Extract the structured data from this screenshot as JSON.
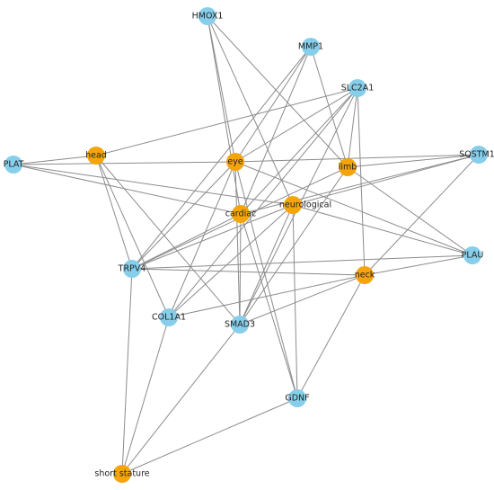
{
  "colors": {
    "gene": "#87ceeb",
    "phenotype": "#f5a50a",
    "edge": "#8c8c8c"
  },
  "nodes": [
    {
      "id": "HMOX1",
      "label": "HMOX1",
      "kind": "gene"
    },
    {
      "id": "MMP1",
      "label": "MMP1",
      "kind": "gene"
    },
    {
      "id": "SLC2A1",
      "label": "SLC2A1",
      "kind": "gene"
    },
    {
      "id": "SQSTM1",
      "label": "SQSTM1",
      "kind": "gene"
    },
    {
      "id": "PLAT",
      "label": "PLAT",
      "kind": "gene"
    },
    {
      "id": "PLAU",
      "label": "PLAU",
      "kind": "gene"
    },
    {
      "id": "TRPV4",
      "label": "TRPV4",
      "kind": "gene"
    },
    {
      "id": "COL1A1",
      "label": "COL1A1",
      "kind": "gene"
    },
    {
      "id": "SMAD3",
      "label": "SMAD3",
      "kind": "gene"
    },
    {
      "id": "GDNF",
      "label": "GDNF",
      "kind": "gene"
    },
    {
      "id": "head",
      "label": "head",
      "kind": "phenotype"
    },
    {
      "id": "eye",
      "label": "eye",
      "kind": "phenotype"
    },
    {
      "id": "limb",
      "label": "limb",
      "kind": "phenotype"
    },
    {
      "id": "cardiac",
      "label": "cardiac",
      "kind": "phenotype"
    },
    {
      "id": "neurological",
      "label": "neurological",
      "kind": "phenotype"
    },
    {
      "id": "neck",
      "label": "neck",
      "kind": "phenotype"
    },
    {
      "id": "short stature",
      "label": "short stature",
      "kind": "phenotype"
    }
  ],
  "edges": [
    [
      "HMOX1",
      "eye"
    ],
    [
      "HMOX1",
      "limb"
    ],
    [
      "HMOX1",
      "neurological"
    ],
    [
      "HMOX1",
      "cardiac"
    ],
    [
      "MMP1",
      "eye"
    ],
    [
      "MMP1",
      "limb"
    ],
    [
      "MMP1",
      "cardiac"
    ],
    [
      "MMP1",
      "TRPV4"
    ],
    [
      "SLC2A1",
      "cardiac"
    ],
    [
      "SLC2A1",
      "eye"
    ],
    [
      "SLC2A1",
      "limb"
    ],
    [
      "SLC2A1",
      "neck"
    ],
    [
      "SLC2A1",
      "head"
    ],
    [
      "SLC2A1",
      "SMAD3"
    ],
    [
      "SLC2A1",
      "COL1A1"
    ],
    [
      "SQSTM1",
      "eye"
    ],
    [
      "SQSTM1",
      "limb"
    ],
    [
      "SQSTM1",
      "neurological"
    ],
    [
      "SQSTM1",
      "cardiac"
    ],
    [
      "SQSTM1",
      "neck"
    ],
    [
      "PLAT",
      "head"
    ],
    [
      "PLAT",
      "eye"
    ],
    [
      "PLAT",
      "neurological"
    ],
    [
      "PLAT",
      "cardiac"
    ],
    [
      "PLAU",
      "eye"
    ],
    [
      "PLAU",
      "limb"
    ],
    [
      "PLAU",
      "neurological"
    ],
    [
      "PLAU",
      "neck"
    ],
    [
      "PLAU",
      "TRPV4"
    ],
    [
      "TRPV4",
      "head"
    ],
    [
      "TRPV4",
      "eye"
    ],
    [
      "TRPV4",
      "limb"
    ],
    [
      "TRPV4",
      "cardiac"
    ],
    [
      "TRPV4",
      "neurological"
    ],
    [
      "TRPV4",
      "neck"
    ],
    [
      "TRPV4",
      "short stature"
    ],
    [
      "COL1A1",
      "head"
    ],
    [
      "COL1A1",
      "eye"
    ],
    [
      "COL1A1",
      "neurological"
    ],
    [
      "COL1A1",
      "neck"
    ],
    [
      "COL1A1",
      "short stature"
    ],
    [
      "SMAD3",
      "head"
    ],
    [
      "SMAD3",
      "eye"
    ],
    [
      "SMAD3",
      "limb"
    ],
    [
      "SMAD3",
      "cardiac"
    ],
    [
      "SMAD3",
      "neurological"
    ],
    [
      "SMAD3",
      "neck"
    ],
    [
      "SMAD3",
      "short stature"
    ],
    [
      "GDNF",
      "eye"
    ],
    [
      "GDNF",
      "cardiac"
    ],
    [
      "GDNF",
      "neurological"
    ],
    [
      "GDNF",
      "neck"
    ],
    [
      "GDNF",
      "short stature"
    ]
  ]
}
